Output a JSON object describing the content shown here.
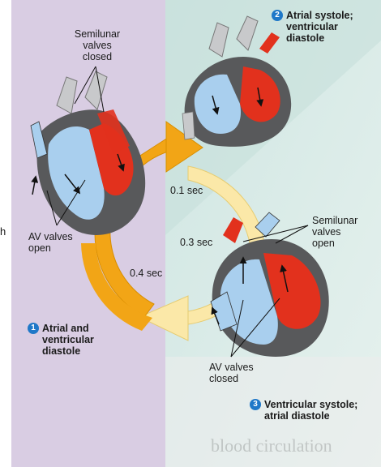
{
  "colors": {
    "panel_purple": "#d9cde3",
    "panel_teal": "#cfe6e2",
    "arrow_orange": "#f2a516",
    "arrow_yellow": "#fbe8a8",
    "blood_blue": "#a9cfee",
    "blood_red": "#e2311d",
    "heart_wall": "#58595b",
    "vessel_gray": "#c8c9cb",
    "badge_blue": "#1f78c8"
  },
  "stages": [
    {
      "number": "1",
      "title": "Atrial and\nventricular\ndiastole"
    },
    {
      "number": "2",
      "title": "Atrial systole;\nventricular\ndiastole"
    },
    {
      "number": "3",
      "title": "Ventricular systole;\natrial diastole"
    }
  ],
  "labels": {
    "semilunar_closed": "Semilunar\nvalves\nclosed",
    "av_open": "AV valves\nopen",
    "semilunar_open": "Semilunar\nvalves\nopen",
    "av_closed": "AV valves\nclosed"
  },
  "times": {
    "t1": "0.1 sec",
    "t2": "0.3 sec",
    "t3": "0.4 sec"
  },
  "edge_letter": "h",
  "ghost_text": "blood circulation"
}
